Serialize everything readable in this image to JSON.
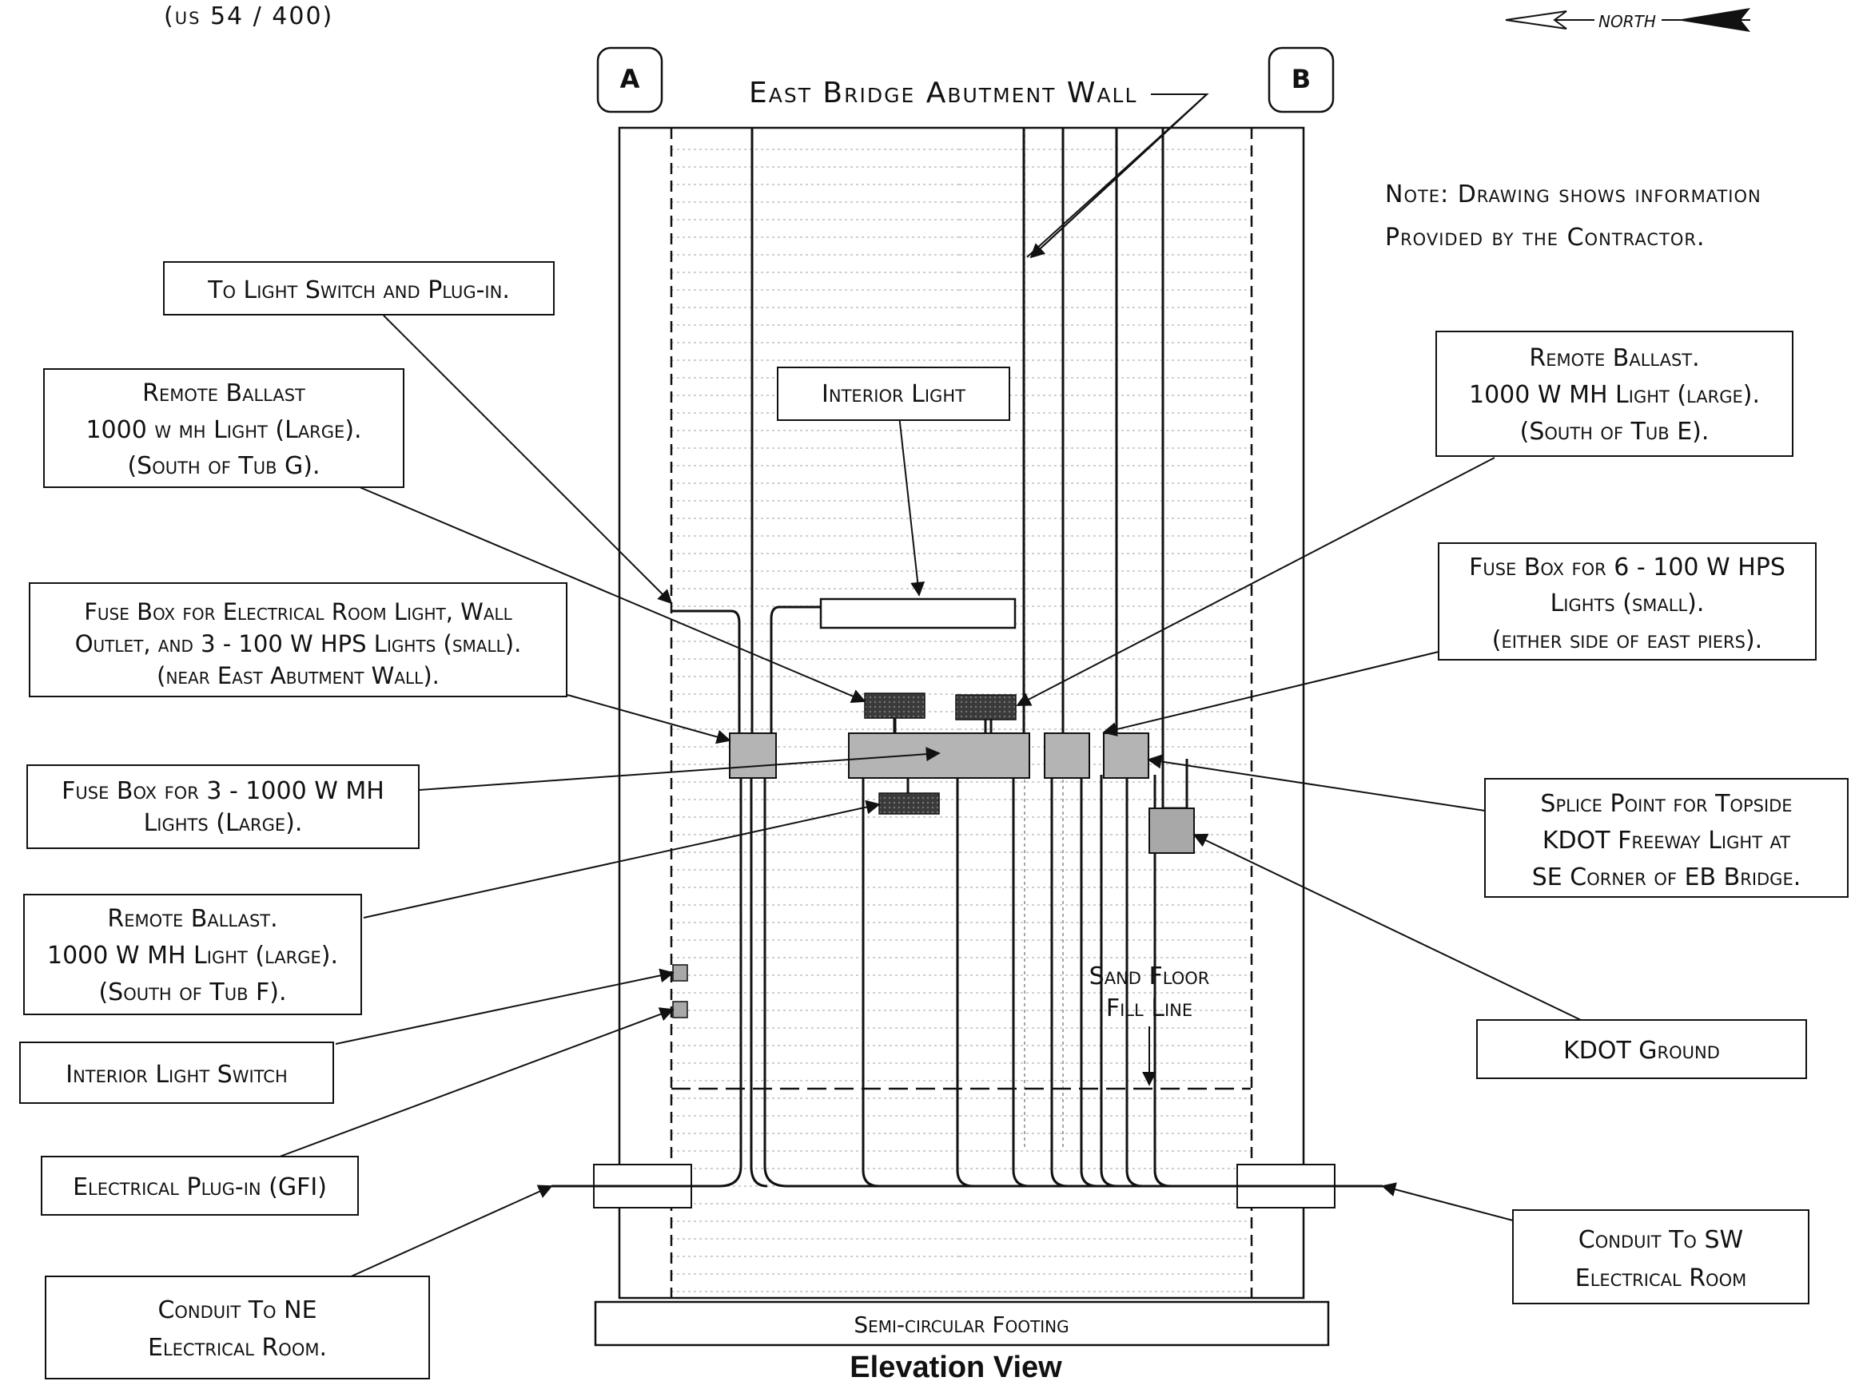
{
  "header": {
    "route": "(us 54 / 400)",
    "north": "NORTH"
  },
  "gridlines": {
    "a": "A",
    "b": "B"
  },
  "labels": {
    "abutment_wall": "East Bridge Abutment Wall",
    "note_line1": "Note: Drawing shows information",
    "note_line2": "Provided by the Contractor.",
    "light_switch_plugin": "To Light Switch and Plug-in.",
    "interior_light": "Interior Light",
    "ballast_g": [
      "Remote Ballast",
      "1000 w mh Light (Large).",
      "(South of Tub G)."
    ],
    "ballast_e": [
      "Remote Ballast.",
      "1000 W MH Light (large).",
      "(South of Tub E)."
    ],
    "fuse_box_room": [
      "Fuse Box for Electrical Room Light, Wall",
      "Outlet, and 3 - 100 W HPS Lights (small).",
      "(near East Abutment Wall)."
    ],
    "fuse_box_hps6": [
      "Fuse Box for 6 - 100 W HPS",
      "Lights (small).",
      "(either side of east piers)."
    ],
    "fuse_box_mh3": [
      "Fuse Box for 3 - 1000 W MH",
      "Lights (Large)."
    ],
    "splice_point": [
      "Splice Point for Topside",
      "KDOT Freeway Light at",
      "SE Corner of EB Bridge."
    ],
    "ballast_f": [
      "Remote Ballast.",
      "1000 W MH Light (large).",
      "(South of Tub F)."
    ],
    "sand_floor": [
      "Sand Floor",
      "Fill Line"
    ],
    "interior_light_switch": "Interior Light Switch",
    "kdot_ground": "KDOT Ground",
    "plugin_gfi": "Electrical Plug-in (GFI)",
    "conduit_sw": [
      "Conduit To SW",
      "Electrical Room"
    ],
    "conduit_ne": [
      "Conduit To NE",
      "Electrical Room."
    ],
    "footing": "Semi-circular Footing",
    "view_title": "Elevation View"
  },
  "colors": {
    "ink": "#111111",
    "box_gray": "#b4b4b4",
    "ballast_dark": "#3a3a3a",
    "hatch": "#c8c8c8"
  }
}
